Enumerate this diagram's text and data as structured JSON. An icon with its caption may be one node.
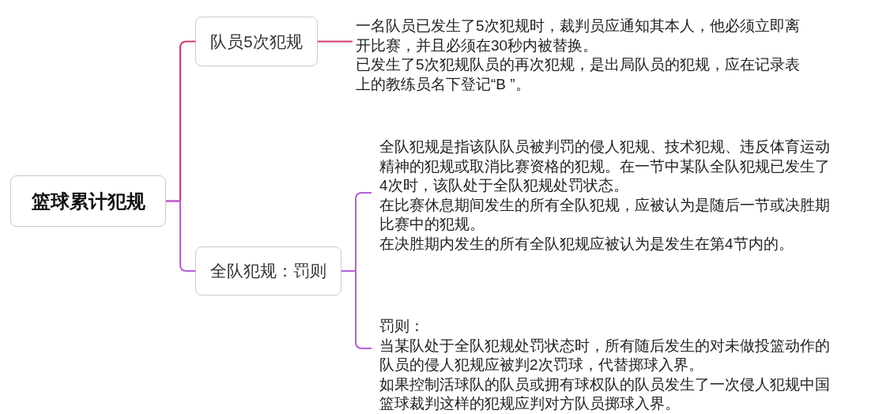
{
  "diagram": {
    "nodes": [
      {
        "text": [
          "篮球累计犯规"
        ]
      },
      {
        "text": [
          "队员5次犯规"
        ]
      },
      {
        "text": [
          "全队犯规：罚则"
        ]
      },
      {
        "text": [
          "一名队员已发生了5次犯规时，裁判员应通知其本人，他必须立即离开比赛，并且必须在30秒内被替换。",
          "已发生了5次犯规队员的再次犯规，是出局队员的犯规，应在记录表上的教练员名下登记“B ”。"
        ]
      },
      {
        "text": [
          "全队犯规是指该队队员被判罚的侵人犯规、技术犯规、违反体育运动精神的犯规或取消比赛资格的犯规。在一节中某队全队犯规已发生了4次时，该队处于全队犯规处罚状态。",
          "在比赛休息期间发生的所有全队犯规，应被认为是随后一节或决胜期比赛中的犯规。",
          "在决胜期内发生的所有全队犯规应被认为是发生在第4节内的。"
        ]
      },
      {
        "text": [
          "罚则：",
          "当某队处于全队犯规处罚状态时，所有随后发生的对未做投篮动作的队员的侵人犯规应被判2次罚球，代替掷球入界。",
          "如果控制活球队的队员或拥有球权队的队员发生了一次侵人犯规中国篮球裁判这样的犯规应判对方队员掷球入界。"
        ]
      }
    ],
    "edges": [
      {
        "from": 0,
        "to": 1,
        "arrow": "none",
        "color": "#cc3a6e"
      },
      {
        "from": 0,
        "to": 2,
        "arrow": "none"
      },
      {
        "from": 1,
        "to": 3,
        "arrow": "none",
        "color": "#cc3a6e"
      },
      {
        "from": 2,
        "to": 4,
        "arrow": "none"
      },
      {
        "from": 2,
        "to": 5,
        "arrow": "none"
      }
    ]
  }
}
